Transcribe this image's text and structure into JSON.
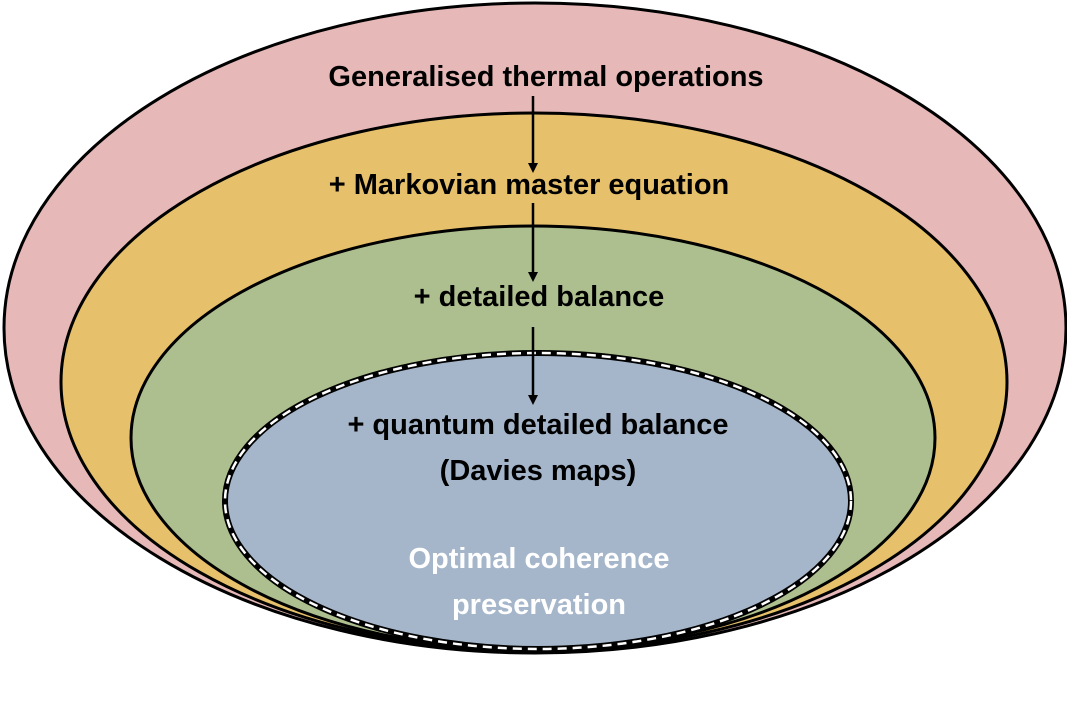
{
  "colors": {
    "outer_fill": "#e6b8b7",
    "second_fill": "#e6c06a",
    "third_fill": "#adbf8e",
    "inner_fill": "#a5b6ca",
    "stroke": "#000000",
    "dash": "#ffffff",
    "dark_text": "#000000",
    "light_text": "#ffffff"
  },
  "levels": [
    {
      "label": "Generalised thermal operations"
    },
    {
      "label": "+ Markovian master equation"
    },
    {
      "label": "+ detailed balance"
    },
    {
      "label_line1": "+ quantum detailed balance",
      "label_line2": "(Davies maps)"
    }
  ],
  "core": {
    "line1": "Optimal coherence",
    "line2": "preservation"
  },
  "arrow_icon": "down-arrow-icon"
}
